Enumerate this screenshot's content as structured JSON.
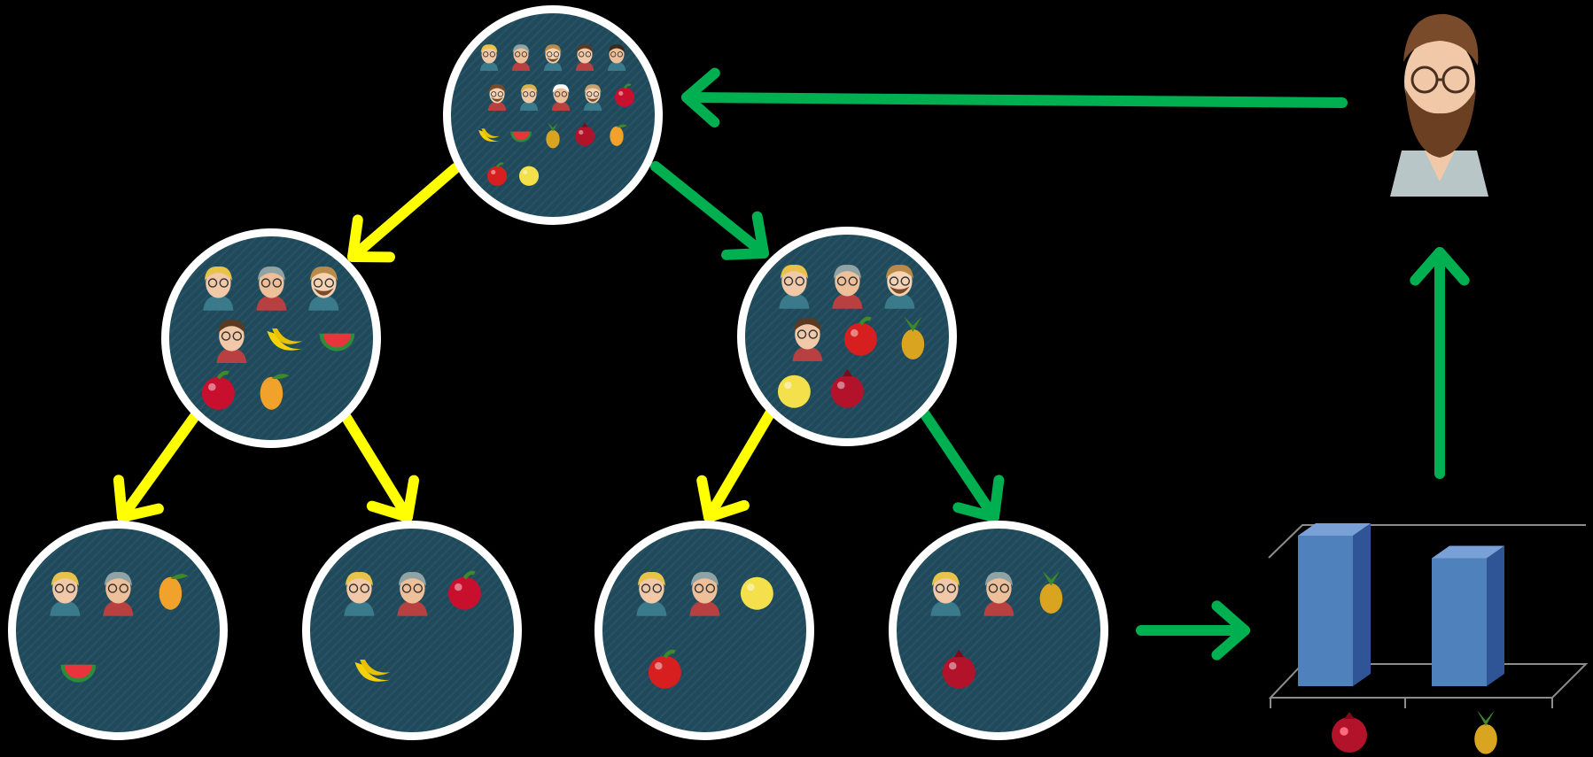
{
  "colors": {
    "background": "#000000",
    "node_fill": "#1f4a5c",
    "node_border": "#ffffff",
    "arrow_yellow": "#ffff00",
    "arrow_green": "#00b050",
    "bar_front": "#4f81bd",
    "bar_side": "#2f5597",
    "bar_top": "#7aa0d8",
    "floor": "#8c8c8c"
  },
  "icons": {
    "person": "person-avatar-icon",
    "apple": "apple-icon",
    "banana": "banana-icon",
    "watermelon": "watermelon-icon",
    "mango": "mango-icon",
    "pineapple": "pineapple-icon",
    "pomegranate": "pomegranate-icon",
    "lemon": "lemon-icon",
    "tomato": "tomato-icon",
    "bearded_person": "bearded-person-icon"
  },
  "tree": {
    "root": {
      "people": 9,
      "fruits": [
        "apple",
        "banana",
        "watermelon",
        "pineapple",
        "pomegranate",
        "mango",
        "tomato",
        "lemon"
      ]
    },
    "left": {
      "people": 4,
      "fruits": [
        "banana",
        "watermelon",
        "apple",
        "mango"
      ]
    },
    "right": {
      "people": 4,
      "fruits": [
        "tomato",
        "pineapple",
        "lemon",
        "pomegranate"
      ]
    },
    "leaf_ll": {
      "people": 2,
      "fruits": [
        "mango",
        "watermelon"
      ]
    },
    "leaf_lr": {
      "people": 2,
      "fruits": [
        "apple",
        "banana"
      ]
    },
    "leaf_rl": {
      "people": 2,
      "fruits": [
        "lemon",
        "tomato"
      ]
    },
    "leaf_rr": {
      "people": 2,
      "fruits": [
        "pineapple",
        "pomegranate"
      ]
    }
  },
  "chart_data": {
    "type": "bar",
    "categories": [
      "pomegranate",
      "pineapple"
    ],
    "values": [
      2,
      1.7
    ],
    "title": "",
    "xlabel": "",
    "ylabel": "",
    "ylim": [
      0,
      2.6
    ],
    "grid": false
  }
}
